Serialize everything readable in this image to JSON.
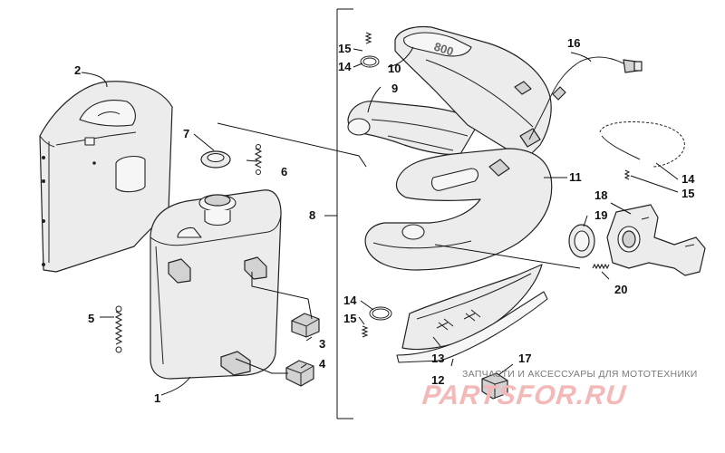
{
  "callouts": {
    "c1": "1",
    "c2": "2",
    "c3": "3",
    "c4": "4",
    "c5": "5",
    "c6": "6",
    "c7": "7",
    "c8": "8",
    "c9": "9",
    "c10": "10",
    "c11": "11",
    "c12": "12",
    "c13": "13",
    "c14a": "14",
    "c14b": "14",
    "c14c": "14",
    "c15a": "15",
    "c15b": "15",
    "c15c": "15",
    "c16": "16",
    "c17": "17",
    "c18": "18",
    "c19": "19",
    "c20": "20"
  },
  "pipe_marking": "800",
  "watermark": {
    "caption": "ЗАПЧАСТИ И АКСЕССУАРЫ ДЛЯ МОТОТЕХНИКИ",
    "logo": "PARTSFOR.RU"
  },
  "colors": {
    "line": "#222222",
    "part_fill": "#ececec",
    "watermark_caption": "#7a7a7a",
    "watermark_logo": "#f3b8b8"
  }
}
